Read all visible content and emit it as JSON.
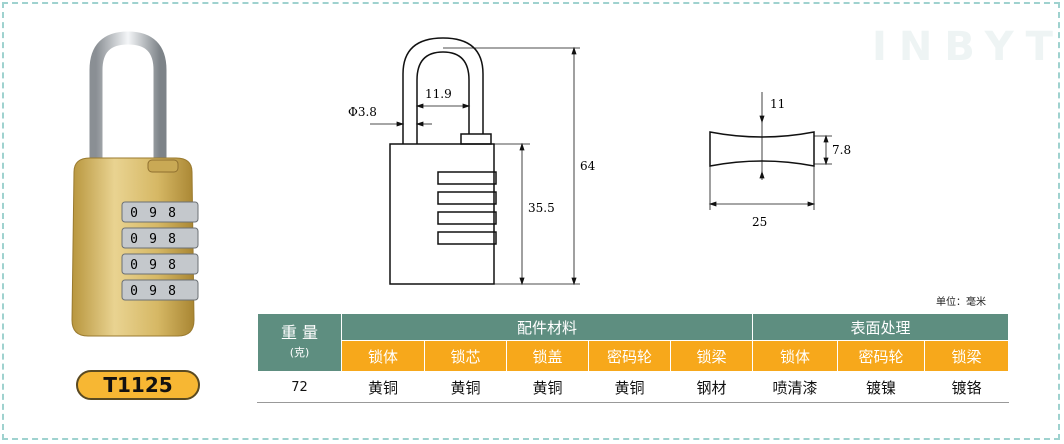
{
  "watermark": "INBYT",
  "model": "T1125",
  "unit_label": "单位：毫米",
  "product": {
    "dials": [
      [
        "0",
        "9",
        "8"
      ],
      [
        "0",
        "9",
        "8"
      ],
      [
        "0",
        "9",
        "8"
      ],
      [
        "0",
        "9",
        "8"
      ]
    ]
  },
  "drawing": {
    "dim_diameter": "Φ3.8",
    "dim_shackle_width": "11.9",
    "dim_body_height": "35.5",
    "dim_total_height": "64",
    "dim_profile_thickness": "11",
    "dim_profile_height": "7.8",
    "dim_profile_width": "25"
  },
  "table": {
    "weight_header": "重 量",
    "weight_unit": "(克)",
    "group_parts": "配件材料",
    "group_surface": "表面处理",
    "columns": [
      "锁体",
      "锁芯",
      "锁盖",
      "密码轮",
      "锁梁",
      "锁体",
      "密码轮",
      "锁梁"
    ],
    "weight": "72",
    "values": [
      "黄铜",
      "黄铜",
      "黄铜",
      "黄铜",
      "钢材",
      "喷清漆",
      "镀镍",
      "镀铬"
    ]
  },
  "colors": {
    "header_teal": "#5e8e80",
    "header_orange": "#f7a81b",
    "badge_yellow": "#f7b733",
    "frame_border": "#9fd2cf"
  }
}
